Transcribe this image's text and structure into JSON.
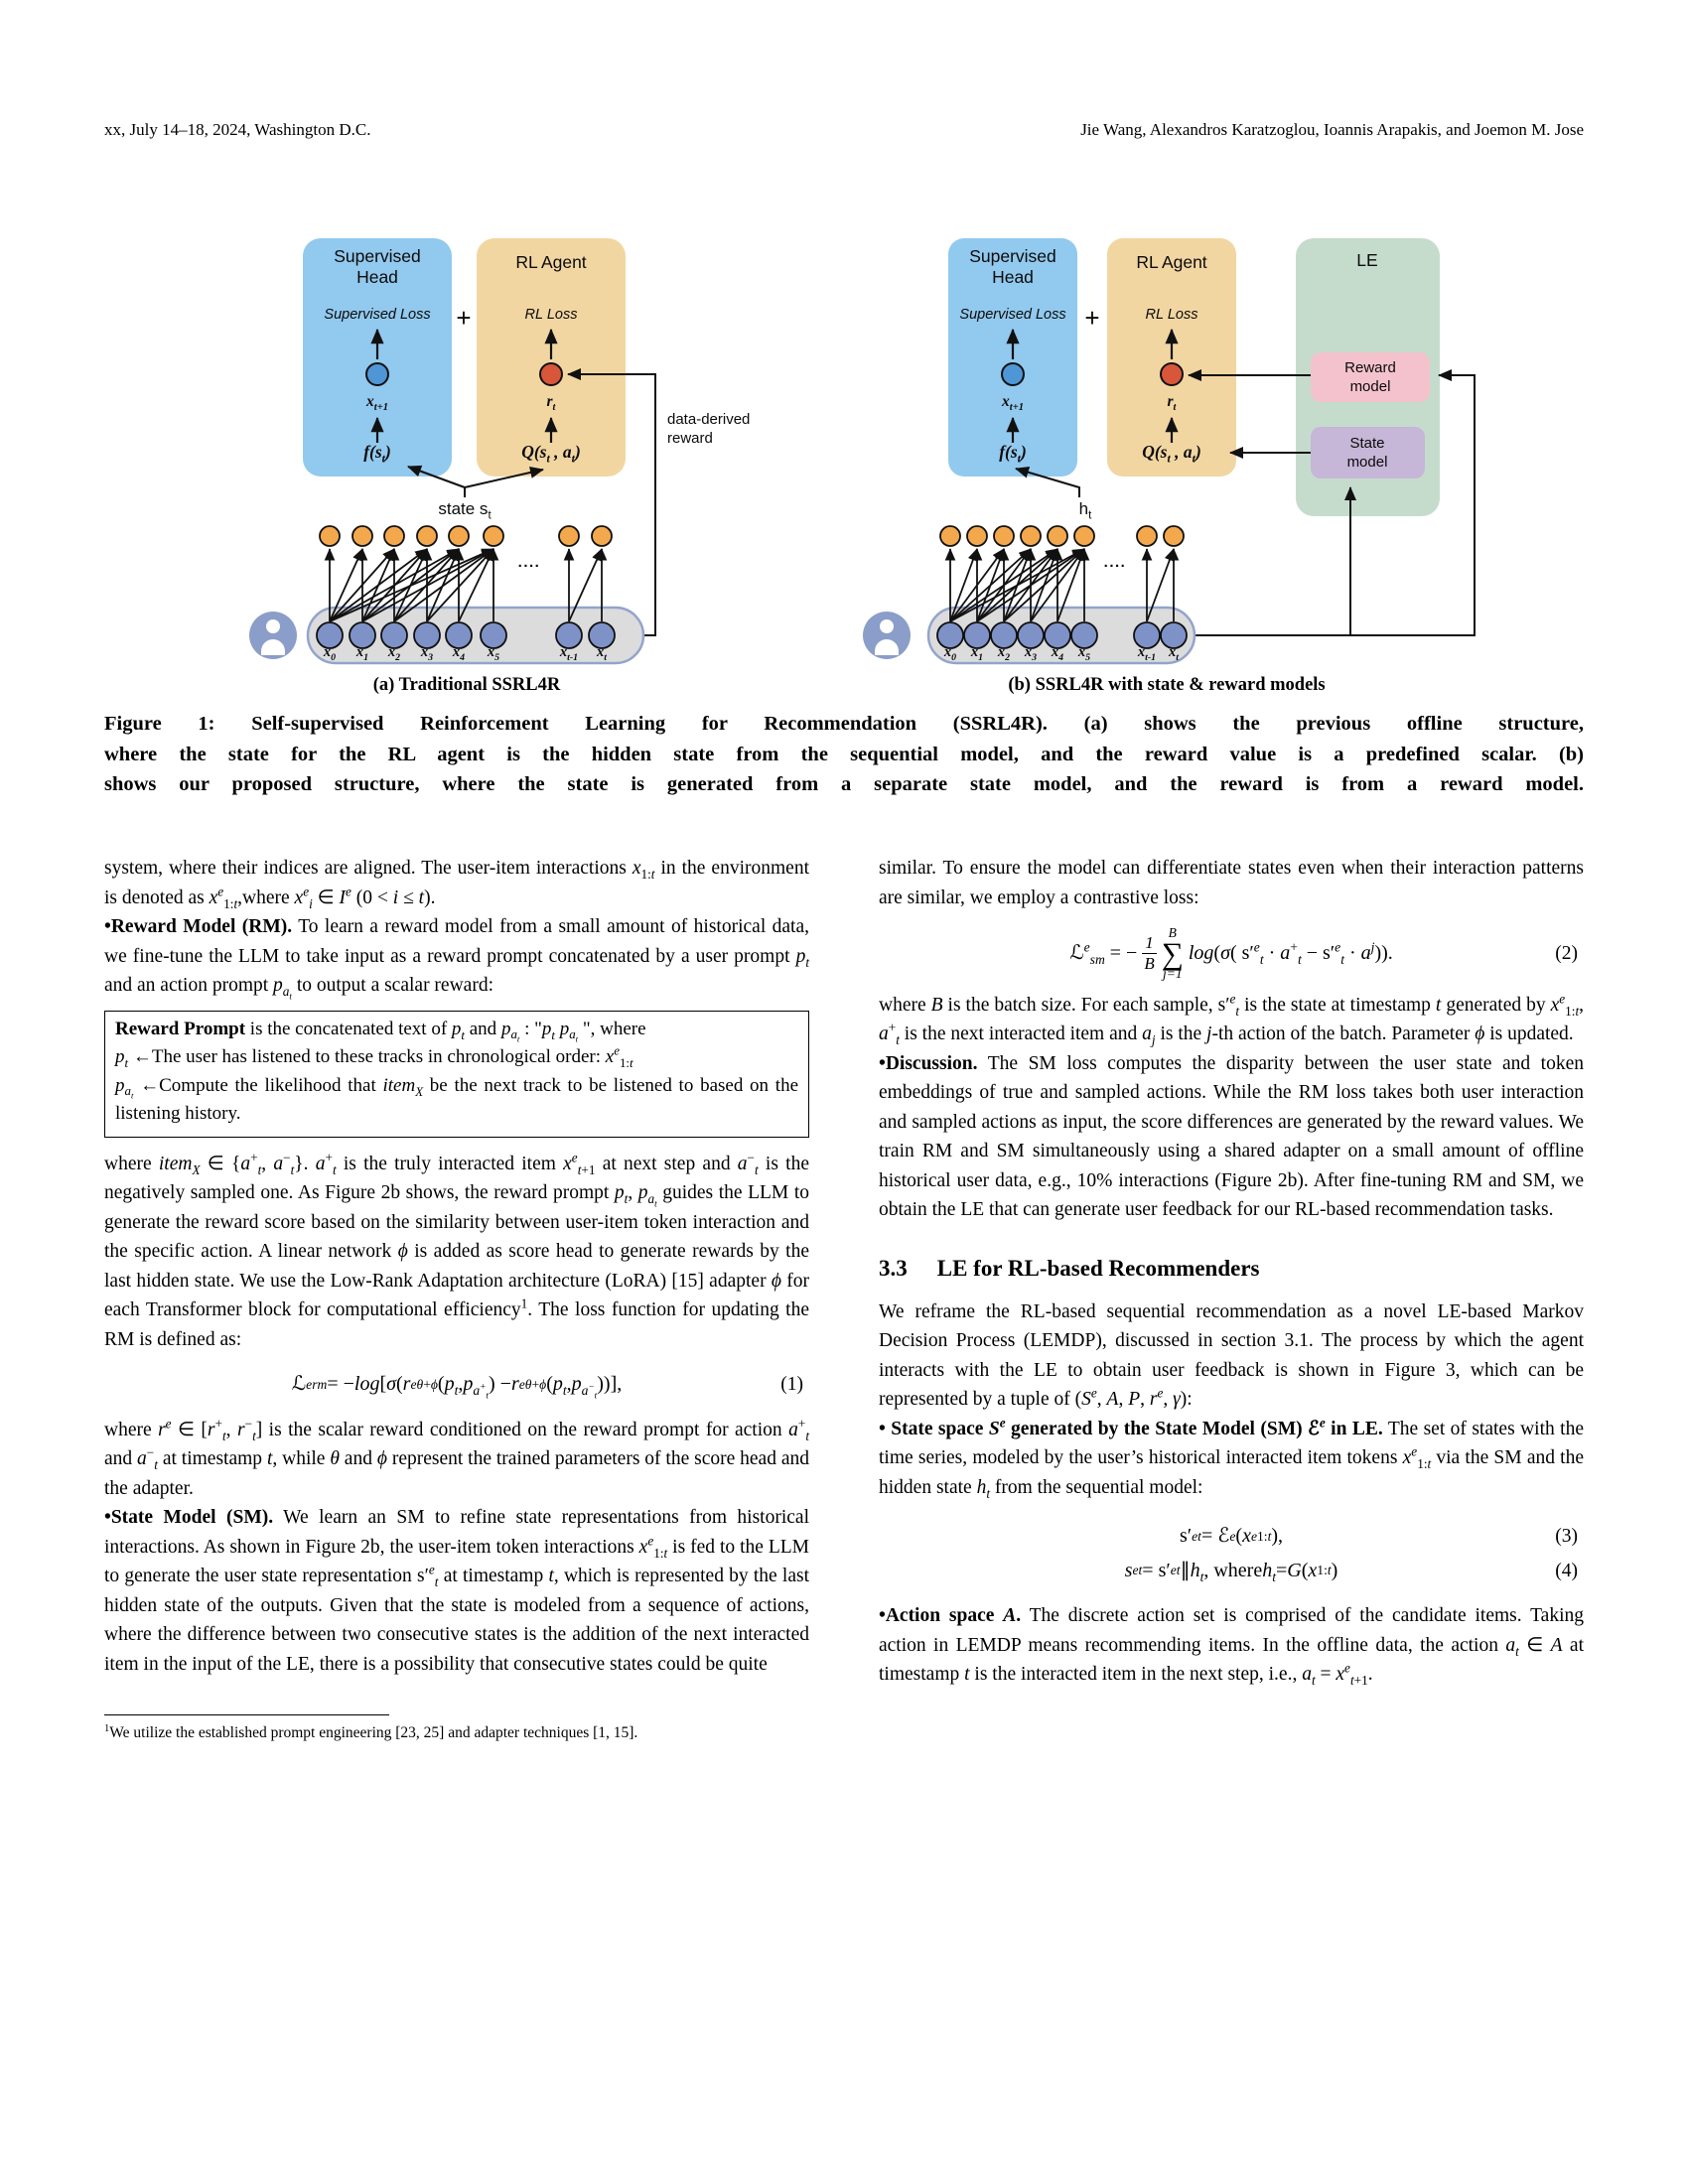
{
  "page_header": {
    "conference": "xx, July 14–18, 2024, Washington D.C.",
    "authors": "Jie Wang, Alexandros Karatzoglou, Ioannis Arapakis, and Joemon M. Jose"
  },
  "colors": {
    "supervised_box": "#92c9ee",
    "agent_box": "#f2d6a2",
    "le_box": "#c5dccd",
    "reward_model_box": "#f4c2cd",
    "state_model_box": "#c6b6d7",
    "supervised_node": "#4f96d6",
    "reward_node": "#d8573b",
    "output_token": "#f3a84e",
    "input_token": "#7e92c8",
    "sequence_pill": "#dcdcdc",
    "user_icon": "#8b9dc9"
  },
  "figure": {
    "caption_lines": [
      "Figure 1: Self-supervised Reinforcement Learning for Recommendation (SSRL4R). (a) shows the previous offline structure,",
      "where the state for the RL agent is the hidden state from the sequential model, and the reward value is a predefined scalar. (b)",
      "shows our proposed structure, where the state is generated from a separate state model, and the reward is from a reward model."
    ],
    "tokens": [
      "<i>x<sub>0</sub></i>",
      "<i>x<sub>1</sub></i>",
      "<i>x<sub>2</sub></i>",
      "<i>x<sub>3</sub></i>",
      "<i>x<sub>4</sub></i>",
      "<i>x<sub>5</sub></i>",
      "<i>x<sub>t-1</sub></i>",
      "<i>x<sub>t</sub></i>"
    ],
    "dots": "....",
    "a": {
      "caption": "(a) Traditional SSRL4R",
      "supervised_title": "Supervised Head",
      "supervised_loss": "Supervised Loss",
      "supervised_node": "<i>x<sub>t+1</sub></i>",
      "supervised_fn": "<i>f(s<sub>t</sub>)</i>",
      "agent_title": "RL Agent",
      "agent_loss": "RL Loss",
      "agent_node": "<i>r<sub>t</sub></i>",
      "agent_fn": "<i>Q(s<sub>t</sub> , a<sub>t</sub>)</i>",
      "plus": "+",
      "state_label": "state s<sub>t</sub>",
      "reward_label": "data-derived reward"
    },
    "b": {
      "caption": "(b) SSRL4R with state & reward models",
      "supervised_title": "Supervised Head",
      "supervised_loss": "Supervised Loss",
      "supervised_node": "<i>x<sub>t+1</sub></i>",
      "supervised_fn": "<i>f(s<sub>t</sub>)</i>",
      "agent_title": "RL Agent",
      "agent_loss": "RL Loss",
      "agent_node": "<i>r<sub>t</sub></i>",
      "agent_fn": "<i>Q(s<sub>t</sub> , a<sub>t</sub>)</i>",
      "plus": "+",
      "hidden_label": "h<sub>t</sub>",
      "le_title": "LE",
      "reward_model": "Reward model",
      "state_model": "State model"
    }
  },
  "left_column": {
    "p1": "system, where their indices are aligned. The user-item interactions <i>x</i><sub>1:<i>t</i></sub> in the environment is denoted as <i>x</i><sup><i>e</i></sup><sub>1:<i>t</i></sub>,where <i>x</i><sup><i>e</i></sup><sub><i>i</i></sub> ∈ <i>I</i><sup><i>e</i></sup> (0 &lt; <i>i</i> ≤ <i>t</i>).",
    "p2": "<b>•Reward Model (RM).</b> To learn a reward model from a small amount of historical data, we fine-tune the LLM to take input as a reward prompt concatenated by a user prompt <i>p<sub>t</sub></i> and an action prompt <i>p<sub>a<sub>t</sub></sub></i> to output a scalar reward:",
    "prompt_box": "<b>Reward Prompt</b> is the concatenated text of <i>p<sub>t</sub></i> and <i>p<sub>a<sub>t</sub></sub></i> : \"<i>p<sub>t</sub> p<sub>a<sub>t</sub></sub></i> \", where<br><i>p<sub>t</sub></i> ←The user has listened to these tracks in chronological order: <i>x</i><sup><i>e</i></sup><sub>1:<i>t</i></sub><br><i>p<sub>a<sub>t</sub></sub></i> ←Compute the likelihood that <i>item<sub>X</sub></i> be the next track to be listened to based on the listening history.",
    "p3": "where <i>item<sub>X</sub></i> ∈ {<i>a</i><sup>+</sup><sub><i>t</i></sub>, <i>a</i><sup>−</sup><sub><i>t</i></sub>}. <i>a</i><sup>+</sup><sub><i>t</i></sub> is the truly interacted item <i>x</i><sup><i>e</i></sup><sub><i>t</i>+1</sub> at next step and <i>a</i><sup>−</sup><sub><i>t</i></sub> is the negatively sampled one. As Figure 2b shows, the reward prompt <i>p<sub>t</sub></i>, <i>p<sub>a<sub>t</sub></sub></i> guides the LLM to generate the reward score based on the similarity between user-item token interaction and the specific action. A linear network <i>ϕ</i> is added as score head to generate rewards by the last hidden state. We use the Low-Rank Adaptation architecture (LoRA) [15] adapter <i>ϕ</i> for each Transformer block for computational efficiency<sup>1</sup>. The loss function for updating the RM is defined as:",
    "eq1": {
      "body": "ℒ<sup><i>e</i></sup><sub><i>rm</i></sub> = −<i>log</i>[<i>σ</i>(<i>r</i><sup><i>e</i></sup><sub><i>θ</i>+<i>ϕ</i></sub>(<i>p<sub>t</sub></i>, <i>p<sub>a<sup>+</sup><sub>t</sub></sub></i>) − <i>r</i><sup><i>e</i></sup><sub><i>θ</i>+<i>ϕ</i></sub>(<i>p<sub>t</sub></i>, <i>p<sub>a<sup>−</sup><sub>t</sub></sub></i>))],",
      "num": "(1)"
    },
    "p4": "where <i>r</i><sup><i>e</i></sup> ∈ [<i>r</i><sup>+</sup><sub><i>t</i></sub>, <i>r</i><sup>−</sup><sub><i>t</i></sub>] is the scalar reward conditioned on the reward prompt for action <i>a</i><sup>+</sup><sub><i>t</i></sub> and <i>a</i><sup>−</sup><sub><i>t</i></sub> at timestamp <i>t</i>, while <i>θ</i> and <i>ϕ</i> represent the trained parameters of the score head and the adapter.",
    "p5": "<b>•State Model (SM).</b> We learn an SM to refine state representations from historical interactions. As shown in Figure 2b, the user-item token interactions <i>x</i><sup><i>e</i></sup><sub>1:<i>t</i></sub> is fed to the LLM to generate the user state representation s′<sup><i>e</i></sup><sub><i>t</i></sub> at timestamp <i>t</i>, which is represented by the last hidden state of the outputs. Given that the state is modeled from a sequence of actions, where the difference between two consecutive states is the addition of the next interacted item in the input of the LE, there is a possibility that consecutive states could be quite",
    "footnote": "<sup>1</sup>We utilize the established prompt engineering [23, 25] and adapter techniques [1, 15]."
  },
  "right_column": {
    "p1": "similar. To ensure the model can differentiate states even when their interaction patterns are similar, we employ a contrastive loss:",
    "eq2": {
      "lhs": "ℒ<sup><i>e</i></sup><sub><i>sm</i></sub> = −",
      "frac_num": "1",
      "frac_den": "<i>B</i>",
      "sum_top": "<i>B</i>",
      "sigma": "∑",
      "sum_bot": "<i>j</i>=1",
      "rhs": "<i>log</i>(<i>σ</i>( s′<sup><i>e</i></sup><sub><i>t</i></sub> · <i>a</i><sup>+</sup><sub><i>t</i></sub> − s′<sup><i>e</i></sup><sub><i>t</i></sub> · <i>a</i><sup><i>j</i></sup>)).",
      "num": "(2)"
    },
    "p2": "where <i>B</i> is the batch size. For each sample, s′<sup><i>e</i></sup><sub><i>t</i></sub> is the state at timestamp <i>t</i> generated by <i>x</i><sup><i>e</i></sup><sub>1:<i>t</i></sub>, <i>a</i><sup>+</sup><sub><i>t</i></sub> is the next interacted item and <i>a<sub>j</sub></i> is the <i>j</i>-th action of the batch. Parameter <i>ϕ</i> is updated.",
    "p3": "<b>•Discussion.</b> The SM loss computes the disparity between the user state and token embeddings of true and sampled actions. While the RM loss takes both user interaction and sampled actions as input, the score differences are generated by the reward values. We train RM and SM simultaneously using a shared adapter on a small amount of offline historical user data, e.g., 10% interactions (Figure 2b). After fine-tuning RM and SM, we obtain the LE that can generate user feedback for our RL-based recommendation tasks.",
    "heading": {
      "number": "3.3",
      "title": "LE for RL-based Recommenders"
    },
    "p4": "We reframe the RL-based sequential recommendation as a novel LE-based Markov Decision Process (LEMDP), discussed in section 3.1. The process by which the agent interacts with the LE to obtain user feedback is shown in Figure 3, which can be represented by a tuple of (<i>S</i><sup><i>e</i></sup>, <i>A</i>, <i>P</i>, <i>r</i><sup><i>e</i></sup>, <i>γ</i>):",
    "p5": "<b>• State space <i>S</i><sup><i>e</i></sup> generated by the State Model (SM) ℰ<sup><i>e</i></sup> in LE.</b> The set of states with the time series, modeled by the user’s historical interacted item tokens <i>x</i><sup><i>e</i></sup><sub>1:<i>t</i></sub> via the SM and the hidden state <i>h<sub>t</sub></i> from the sequential model:",
    "eq3": {
      "body": "s′<sup><i>e</i></sup><sub><i>t</i></sub> = ℰ<sup><i>e</i></sup>(<i>x</i><sup><i>e</i></sup><sub>1:<i>t</i></sub>),",
      "num": "(3)"
    },
    "eq4": {
      "body": "<i>s</i><sup><i>e</i></sup><sub><i>t</i></sub> = s′<sup><i>e</i></sup><sub><i>t</i></sub> ∥ <i>h<sub>t</sub></i>, where <i>h<sub>t</sub></i> = <i>G</i>(<i>x</i><sub>1:<i>t</i></sub>)",
      "num": "(4)"
    },
    "p6": "<b>•Action space <i>A</i>.</b> The discrete action set is comprised of the candidate items. Taking action in LEMDP means recommending items. In the offline data, the action <i>a<sub>t</sub></i> ∈ <i>A</i> at timestamp <i>t</i> is the interacted item in the next step, i.e., <i>a<sub>t</sub></i> = <i>x</i><sup><i>e</i></sup><sub><i>t</i>+1</sub>."
  }
}
